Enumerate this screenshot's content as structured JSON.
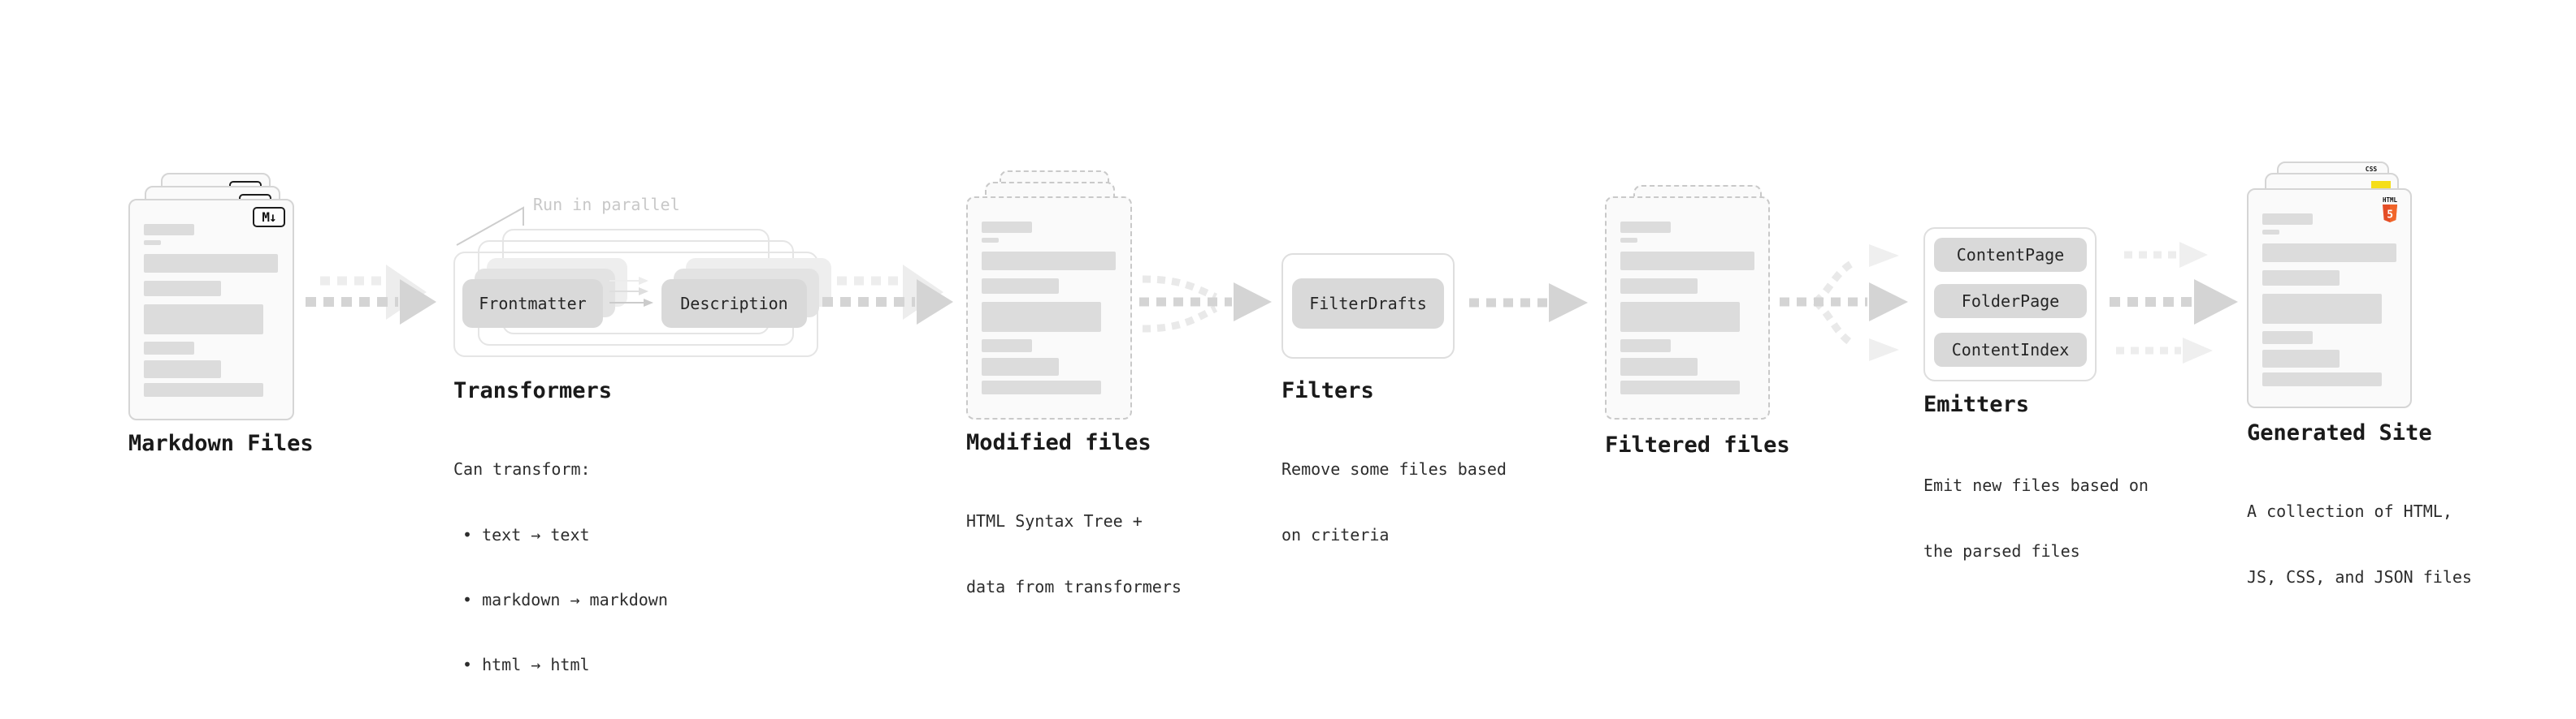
{
  "colors": {
    "arrow_medium": "#d4d4d4",
    "arrow_light": "#ececec",
    "chip_bg": "#d9d9d9",
    "card_border": "#d5d5d5",
    "dashed_border": "#c9c9c9",
    "skeleton_bar": "#dcdcdc",
    "annotation_gray": "#c8c8c8",
    "heading": "#1a1a1a",
    "caption": "#2d2d2d",
    "html5_orange": "#e44d26",
    "html5_orange_light": "#f16529",
    "js_yellow": "#f5de19",
    "css_blue": "#2d6ae3",
    "badge_black": "#1c1c1c"
  },
  "skeleton_bars": [
    {
      "w": 62,
      "h": 14,
      "mb": 6
    },
    {
      "w": 21,
      "h": 6,
      "mb": 11
    },
    {
      "w": 165,
      "h": 23,
      "mb": 10
    },
    {
      "w": 95,
      "h": 19,
      "mb": 10
    },
    {
      "w": 147,
      "h": 37,
      "mb": 9
    },
    {
      "w": 62,
      "h": 16,
      "mb": 7
    },
    {
      "w": 95,
      "h": 22,
      "mb": 6
    },
    {
      "w": 147,
      "h": 17,
      "mb": 0
    }
  ],
  "stages": {
    "markdown": {
      "label": "Markdown Files",
      "badge": "M↓"
    },
    "transformers": {
      "label": "Transformers",
      "annotation": "Run in parallel",
      "chips": [
        "Frontmatter",
        "Description"
      ],
      "caption_title": "Can transform:",
      "bullets": [
        "• text → text",
        "• markdown → markdown",
        "• html → html"
      ]
    },
    "modified": {
      "label": "Modified files",
      "caption": [
        "HTML Syntax Tree +",
        "data from transformers"
      ]
    },
    "filters": {
      "label": "Filters",
      "chips": [
        "FilterDrafts"
      ],
      "caption": [
        "Remove some files based",
        "on criteria"
      ]
    },
    "filtered": {
      "label": "Filtered files"
    },
    "emitters": {
      "label": "Emitters",
      "chips": [
        "ContentPage",
        "FolderPage",
        "ContentIndex"
      ],
      "caption": [
        "Emit new files based on",
        "the parsed files"
      ]
    },
    "generated": {
      "label": "Generated Site",
      "caption": [
        "A collection of HTML,",
        "JS, CSS, and JSON files"
      ],
      "html_badge": {
        "label": "HTML",
        "number": "5"
      },
      "css_badge": "CSS"
    }
  }
}
